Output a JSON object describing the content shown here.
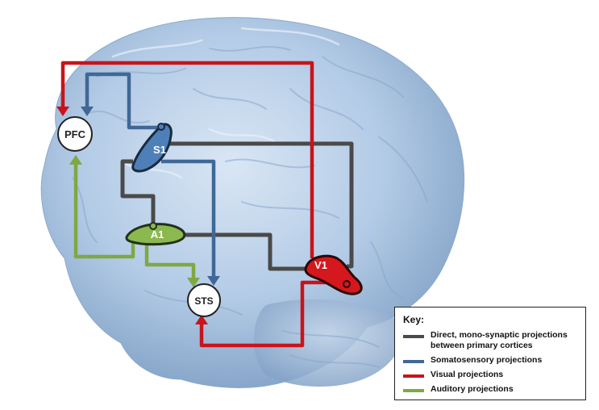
{
  "nodes": {
    "pfc": "PFC",
    "s1": "S1",
    "a1": "A1",
    "v1": "V1",
    "sts": "STS"
  },
  "legend": {
    "title": "Key:",
    "items": [
      {
        "label": "Direct, mono-synaptic projections between primary cortices",
        "color": "#4a4a4a"
      },
      {
        "label": "Somatosensory projections",
        "color": "#3f6896"
      },
      {
        "label": "Visual projections",
        "color": "#c8141a"
      },
      {
        "label": "Auditory projections",
        "color": "#7fa843"
      }
    ]
  },
  "colors": {
    "brain": "#a9c3e2",
    "direct": "#4a4a4a",
    "somatosensory": "#3f6896",
    "visual": "#c8141a",
    "auditory": "#7fa843"
  }
}
